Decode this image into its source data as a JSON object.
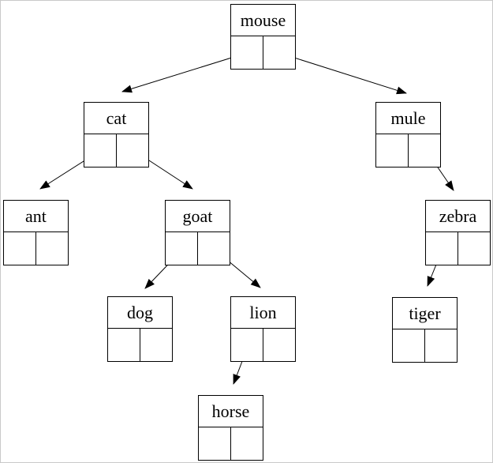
{
  "page": {
    "background_color": "#ffffff",
    "frame_border_color": "#c9c9c9",
    "line_color": "#000000"
  },
  "diagram": {
    "kind": "binary tree of record nodes with two pointer cells",
    "nodes": {
      "mouse": {
        "label": "mouse"
      },
      "cat": {
        "label": "cat"
      },
      "mule": {
        "label": "mule"
      },
      "ant": {
        "label": "ant"
      },
      "goat": {
        "label": "goat"
      },
      "zebra": {
        "label": "zebra"
      },
      "dog": {
        "label": "dog"
      },
      "lion": {
        "label": "lion"
      },
      "tiger": {
        "label": "tiger"
      },
      "horse": {
        "label": "horse"
      }
    },
    "root": "mouse",
    "edges": [
      {
        "from": "mouse",
        "pointer": "left",
        "to": "cat"
      },
      {
        "from": "mouse",
        "pointer": "right",
        "to": "mule"
      },
      {
        "from": "cat",
        "pointer": "left",
        "to": "ant"
      },
      {
        "from": "cat",
        "pointer": "right",
        "to": "goat"
      },
      {
        "from": "mule",
        "pointer": "right",
        "to": "zebra"
      },
      {
        "from": "goat",
        "pointer": "left",
        "to": "dog"
      },
      {
        "from": "goat",
        "pointer": "right",
        "to": "lion"
      },
      {
        "from": "zebra",
        "pointer": "left",
        "to": "tiger"
      },
      {
        "from": "lion",
        "pointer": "left",
        "to": "horse"
      }
    ]
  }
}
